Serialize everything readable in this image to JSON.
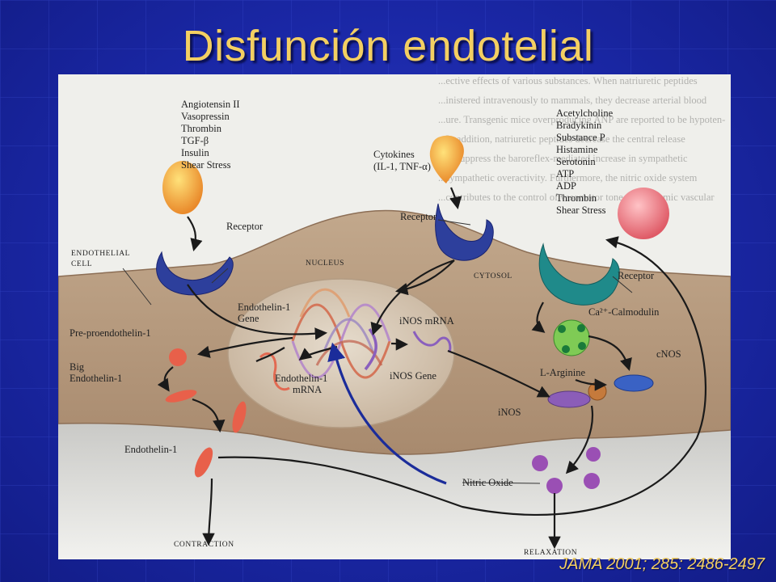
{
  "slide": {
    "title": "Disfunción endotelial",
    "citation": "JAMA 2001; 285: 2486-2497"
  },
  "figure": {
    "bg_text": [
      "...ective effects of various substances. When natriuretic peptides",
      "...inistered intravenously to mammals, they decrease arterial blood",
      "...ure. Transgenic mice overproducing ANP are reported to be hypoten-",
      "...In addition, natriuretic peptides decrease the central release",
      "...to suppress the baroreflex-mediated increase in sympathetic",
      "...sympathetic overactivity. Furthermore, the nitric oxide system",
      "...contributes to the control of vasomotor tone and systemic vascular"
    ],
    "stimuli_left": [
      "Angiotensin II",
      "Vasopressin",
      "Thrombin",
      "TGF-β",
      "Insulin",
      "Shear Stress"
    ],
    "stimuli_middle": [
      "Cytokines",
      "(IL-1, TNF-α)"
    ],
    "stimuli_right": [
      "Acetylcholine",
      "Bradykinin",
      "Substance P",
      "Histamine",
      "Serotonin",
      "ATP",
      "ADP",
      "Thrombin",
      "Shear Stress"
    ],
    "labels": {
      "receptor_left": "Receptor",
      "receptor_middle": "Receptor",
      "receptor_right": "Receptor",
      "endothelial_cell_1": "ENDOTHELIAL",
      "endothelial_cell_2": "CELL",
      "nucleus": "NUCLEUS",
      "cytosol": "CYTOSOL",
      "endothelin_gene_1": "Endothelin-1",
      "endothelin_gene_2": "Gene",
      "inos_mrna": "iNOS  mRNA",
      "inos_gene": "iNOS Gene",
      "endothelin_mrna_1": "Endothelin-1",
      "endothelin_mrna_2": "mRNA",
      "pre_proendothelin": "Pre-proendothelin-1",
      "big_endothelin_1": "Big",
      "big_endothelin_2": "Endothelin-1",
      "endothelin_1": "Endothelin-1",
      "ca_calmodulin": "Ca²⁺-Calmodulin",
      "l_arginine": "L-Arginine",
      "cnos": "cNOS",
      "inos": "iNOS",
      "nitric_oxide": "Nitric Oxide",
      "contraction": "CONTRACTION",
      "relaxation": "RELAXATION"
    },
    "colors": {
      "ligand_orange": "#f2a23a",
      "receptor_blue": "#2d3f9c",
      "receptor_teal": "#1f8a8a",
      "ligand_pink": "#e9737d",
      "calmodulin_green": "#7fcb55",
      "enos_blue": "#3a62c4",
      "inos_purple": "#8b5db8",
      "no_purple": "#9a4fb4",
      "endothelin_red": "#e8604a",
      "cell_tan": "#b79b80",
      "nucleus": "#d8c9b6"
    }
  }
}
